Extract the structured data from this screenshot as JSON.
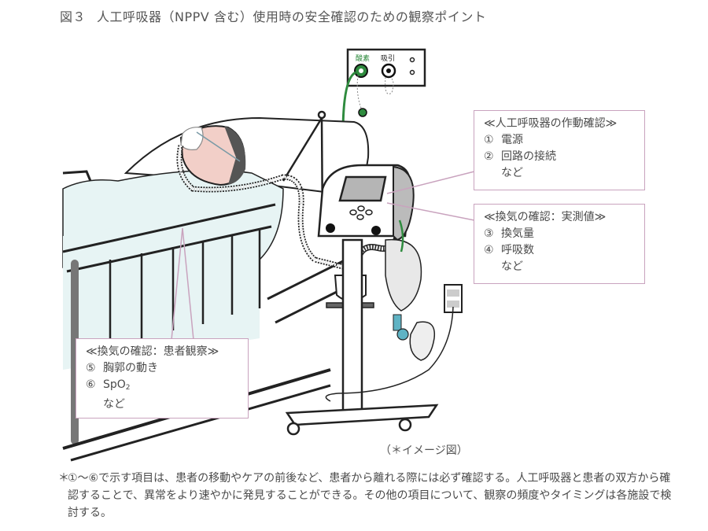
{
  "figure": {
    "number": "図３",
    "title": "人工呼吸器（NPPV 含む）使用時の安全確認のための観察ポイント"
  },
  "wall_panel": {
    "oxygen_label": "酸素",
    "suction_label": "吸引",
    "oxygen_color": "#2e8b3e"
  },
  "callouts": {
    "ventilator_operation": {
      "heading": "≪人工呼吸器の作動確認≫",
      "items": [
        {
          "num": "①",
          "label": "電源"
        },
        {
          "num": "②",
          "label": "回路の接続"
        }
      ],
      "etc": "など"
    },
    "ventilation_measured": {
      "heading": "≪換気の確認：実測値≫",
      "items": [
        {
          "num": "③",
          "label": "換気量"
        },
        {
          "num": "④",
          "label": "呼吸数"
        }
      ],
      "etc": "など"
    },
    "ventilation_patient": {
      "heading": "≪換気の確認：患者観察≫",
      "items": [
        {
          "num": "⑤",
          "label": "胸郭の動き"
        },
        {
          "num": "⑥",
          "label": "SpO",
          "sub": "2"
        }
      ],
      "etc": "など"
    },
    "border_color": "#c9a3be"
  },
  "caption": "（＊イメージ図）",
  "footnote": {
    "mark": "＊",
    "text": "①～⑥で示す項目は、患者の移動やケアの前後など、患者から離れる際には必ず確認する。人工呼吸器と患者の双方から確認することで、異常をより速やかに発見することができる。その他の項目について、観察の頻度やタイミングは各施設で検討する。"
  }
}
